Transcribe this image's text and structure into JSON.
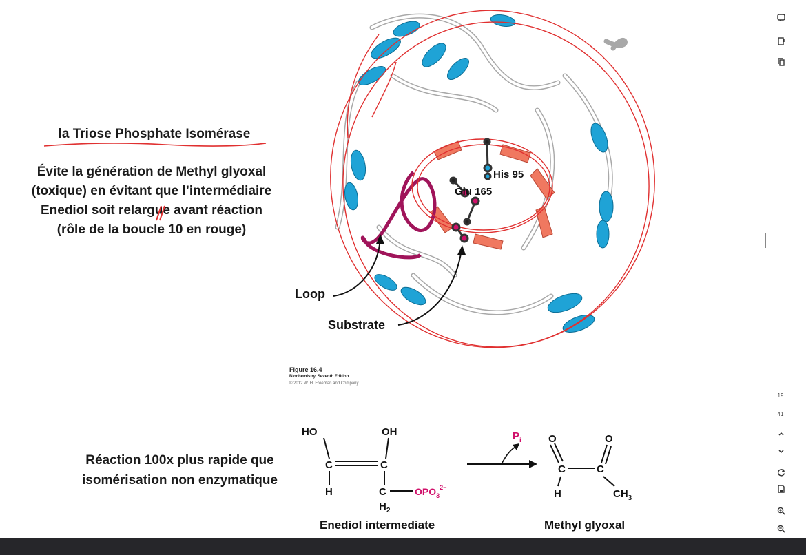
{
  "slide": {
    "title": "la Triose Phosphate Isomérase",
    "description": [
      "Évite la génération de Methyl glyoxal",
      "(toxique) en évitant que l’intermédiaire",
      "Enediol soit relargue avant réaction",
      "(rôle de la boucle 10 en rouge)"
    ],
    "reaction_text": [
      "Réaction 100x plus rapide que",
      "isomérisation non enzymatique"
    ]
  },
  "figure": {
    "labels": {
      "his": "His 95",
      "glu": "Glu 165",
      "loop": "Loop",
      "substrate": "Substrate"
    },
    "caption": {
      "number": "Figure 16.4",
      "book": "Biochemistry, Seventh Edition",
      "copyright": "© 2012 W. H. Freeman and Company"
    }
  },
  "reaction": {
    "left_name": "Enediol intermediate",
    "right_name": "Methyl glyoxal",
    "ho": "HO",
    "oh": "OH",
    "c": "C",
    "h": "H",
    "h2": "H",
    "h2_sub": "2",
    "opo": "OPO",
    "opo_sub": "3",
    "opo_sup": "2−",
    "pi": "P",
    "pi_sub": "i",
    "o": "O",
    "ch3": "CH",
    "ch3_sub": "3"
  },
  "sidebar": {
    "page_current": "19",
    "page_total": "41",
    "icons": [
      "chat-icon",
      "bookmark-icon",
      "copy-icon",
      "chevron-up-icon",
      "chevron-down-icon",
      "refresh-icon",
      "save-icon",
      "zoom-in-icon",
      "zoom-out-icon"
    ]
  },
  "colors": {
    "helix": "#1fa3d6",
    "sheet": "#f07860",
    "loop": "#a0145a",
    "annotation": "#e03030",
    "magenta": "#d0106a"
  }
}
